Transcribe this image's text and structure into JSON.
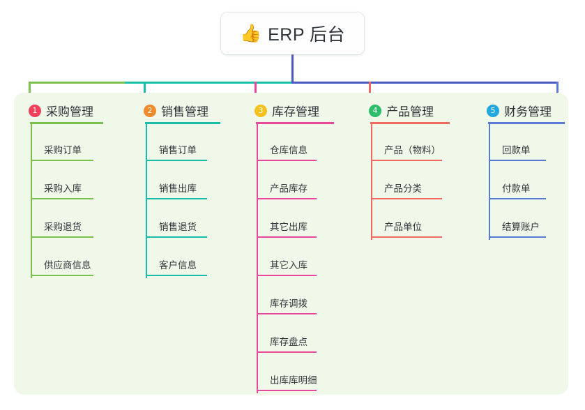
{
  "root": {
    "emoji": "👍",
    "emoji_name": "thumbs-up-icon",
    "title": "ERP 后台"
  },
  "palette": {
    "panel_bg": "#f0f8ea",
    "page_bg": "#ffffff",
    "trunk": "#4a59c4",
    "green": "#7cbf4f",
    "teal": "#18bfa8",
    "pink": "#e8479a",
    "red": "#f06a62",
    "blue": "#5b79d6",
    "badge1": "#f2405d",
    "badge2": "#f08a2a",
    "badge3": "#f5c11c",
    "badge4": "#2ebd6b",
    "badge5": "#22a7e0"
  },
  "columns": [
    {
      "number": "1",
      "title": "采购管理",
      "badge_color": "#f2405d",
      "line_color": "#7cbf4f",
      "items": [
        "采购订单",
        "采购入库",
        "采购退货",
        "供应商信息"
      ]
    },
    {
      "number": "2",
      "title": "销售管理",
      "badge_color": "#f08a2a",
      "line_color": "#18bfa8",
      "items": [
        "销售订单",
        "销售出库",
        "销售退货",
        "客户信息"
      ]
    },
    {
      "number": "3",
      "title": "库存管理",
      "badge_color": "#f5c11c",
      "line_color": "#e8479a",
      "items": [
        "仓库信息",
        "产品库存",
        "其它出库",
        "其它入库",
        "库存调拨",
        "库存盘点",
        "出库库明细"
      ]
    },
    {
      "number": "4",
      "title": "产品管理",
      "badge_color": "#2ebd6b",
      "line_color": "#f06a62",
      "items": [
        "产品（物料）",
        "产品分类",
        "产品单位"
      ]
    },
    {
      "number": "5",
      "title": "财务管理",
      "badge_color": "#22a7e0",
      "line_color": "#5b79d6",
      "items": [
        "回款单",
        "付款单",
        "结算账户"
      ]
    }
  ]
}
